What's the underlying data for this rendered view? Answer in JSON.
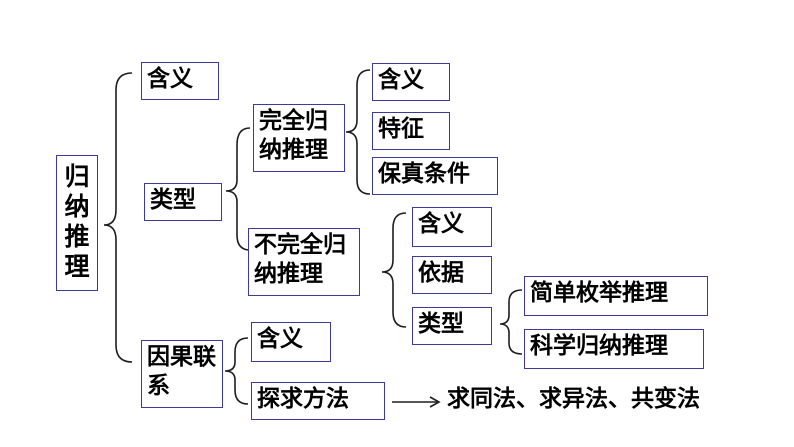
{
  "root": "归纳推理",
  "branch_meaning": "含义",
  "branch_types": "类型",
  "complete_induction": {
    "title": "完全归纳推理",
    "meaning": "含义",
    "feature": "特征",
    "truth_condition": "保真条件"
  },
  "incomplete_induction": {
    "title": "不完全归纳推理",
    "meaning": "含义",
    "basis": "依据",
    "types": "类型",
    "simple_enumeration": "简单枚举推理",
    "scientific_induction": "科学归纳推理"
  },
  "causal": {
    "title": "因果联系",
    "meaning": "含义",
    "method": "探求方法",
    "methods_result": "求同法、求异法、共变法"
  }
}
